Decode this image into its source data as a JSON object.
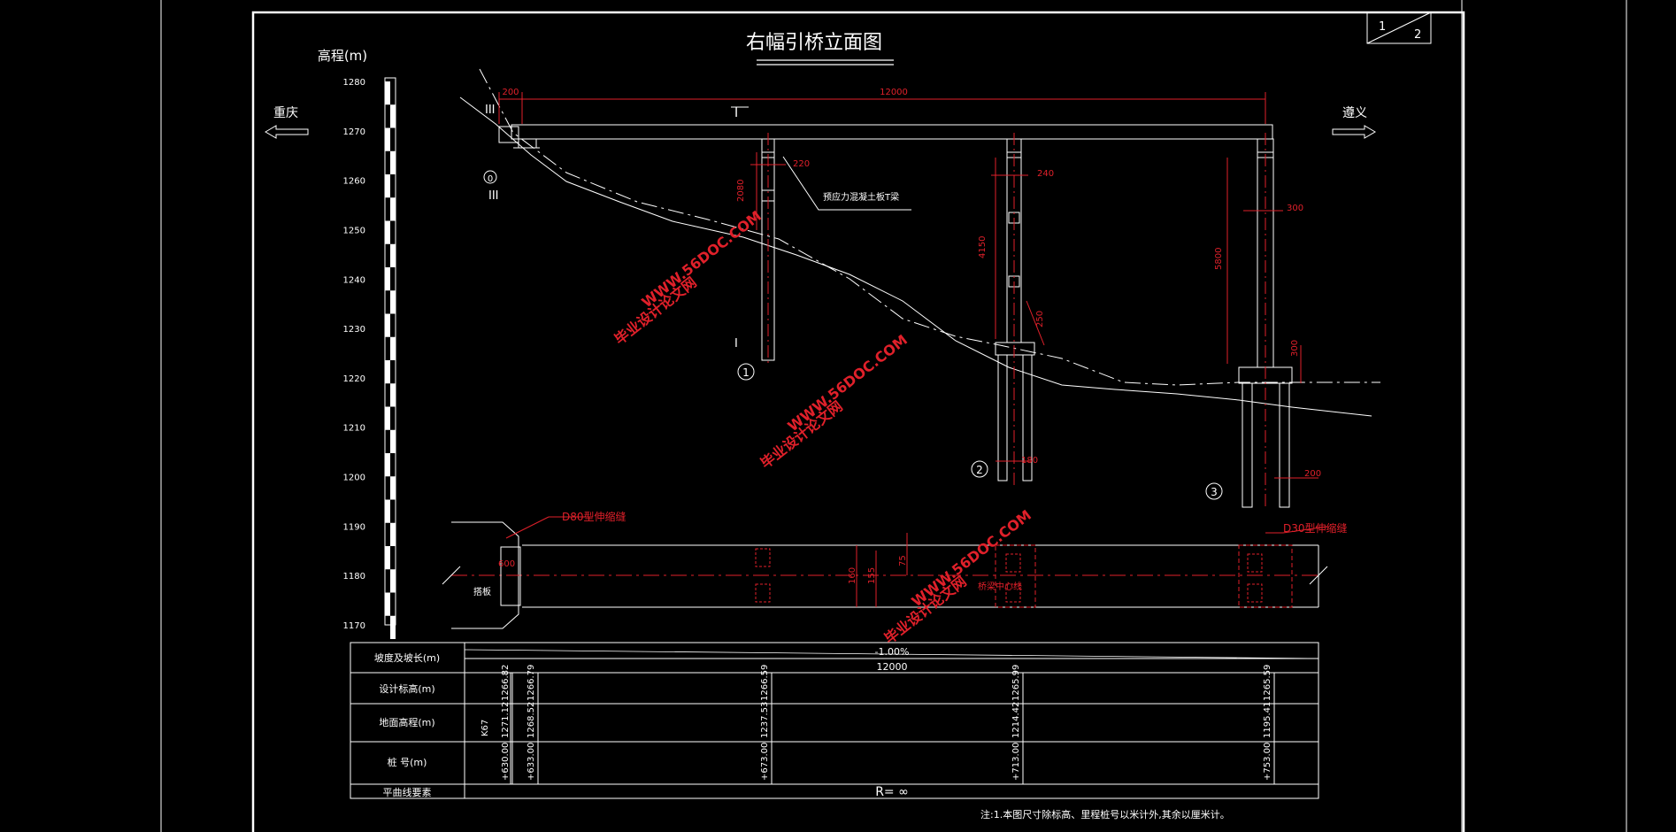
{
  "title": "右幅引桥立面图",
  "sheet": {
    "num": "1",
    "total": "2"
  },
  "elevation_axis": {
    "label": "高程(m)",
    "ticks": [
      "1280",
      "1270",
      "1260",
      "1250",
      "1240",
      "1230",
      "1220",
      "1210",
      "1200",
      "1190",
      "1180",
      "1170"
    ]
  },
  "directions": {
    "left": "重庆",
    "right": "遵义"
  },
  "dims": {
    "span_left": "200",
    "span_total": "12000",
    "pier1_width": "220",
    "pier1_height": "2080",
    "pier2_width": "240",
    "pier2_height": "4150",
    "pier2_footing": "250",
    "pier2_pile": "180",
    "pier3_width": "300",
    "pier3_height": "5800",
    "pier3_footing": "300",
    "pier3_pile": "200",
    "plan_600": "600",
    "plan_160": "160",
    "plan_155": "155",
    "plan_75": "75"
  },
  "labels": {
    "section_mark": "I",
    "section_mark_left": "III",
    "section_mark_left2": "III",
    "section_mark_p1": "I",
    "beam_note": "预应力混凝土板T梁",
    "abutment_no": "0",
    "pier1_no": "1",
    "pier2_no": "2",
    "pier3_no": "3",
    "joint_left": "D80型伸缩缝",
    "joint_right": "D30型伸缩缝",
    "abutment_plan": "搭板",
    "centerline": "桥梁中心线"
  },
  "watermark": {
    "site": "WWW.56DOC.COM",
    "name": "毕业设计论文网"
  },
  "table": {
    "rows": [
      "坡度及坡长(m)",
      "设计标高(m)",
      "地面高程(m)",
      "桩    号(m)",
      "平曲线要素"
    ],
    "slope": "-1.00%",
    "slope_length": "12000",
    "design_elev": [
      "1266.82",
      "1266.79",
      "1266.59",
      "1265.99",
      "1265.59"
    ],
    "ground_elev": [
      "1271.12",
      "1268.52",
      "1237.53",
      "1214.42",
      "1195.41"
    ],
    "chainage_prefix": "K67",
    "chainage": [
      "+630.00",
      "+633.00",
      "+673.00",
      "+713.00",
      "+753.00"
    ],
    "curve": "R= ∞"
  },
  "note": "注:1.本图尺寸除标高、里程桩号以米计外,其余以厘米计。"
}
